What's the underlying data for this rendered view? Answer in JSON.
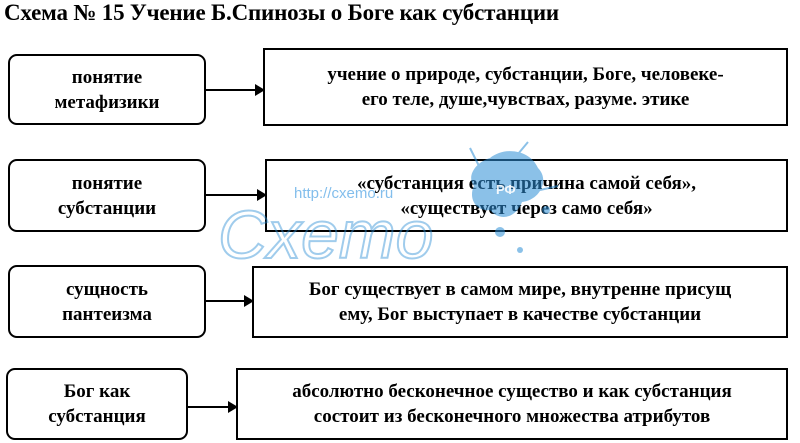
{
  "title": "Схема № 15 Учение Б.Спинозы о Боге как субстанции",
  "rows": [
    {
      "concept": [
        "понятие",
        "метафизики"
      ],
      "description": [
        "учение о природе, субстанции, Боге, человеке-",
        "его теле, душе,чувствах, разуме. этике"
      ]
    },
    {
      "concept": [
        "понятие",
        "субстанции"
      ],
      "description": [
        "«субстанция есть причина самой себя»,",
        "«существует через само себя»"
      ]
    },
    {
      "concept": [
        "сущность",
        "пантеизма"
      ],
      "description": [
        "Бог существует в самом мире, внутренне присущ",
        "ему, Бог выступает в качестве субстанции"
      ]
    },
    {
      "concept": [
        "Бог как",
        "субстанция"
      ],
      "description": [
        "абсолютно бесконечное существо и как субстанция",
        "состоит из бесконечного множества атрибутов"
      ]
    }
  ],
  "watermark": {
    "url": "http://cxemo.ru",
    "logo": "Cxemo",
    "badge": "РФ",
    "color": "#2e8fd6"
  }
}
